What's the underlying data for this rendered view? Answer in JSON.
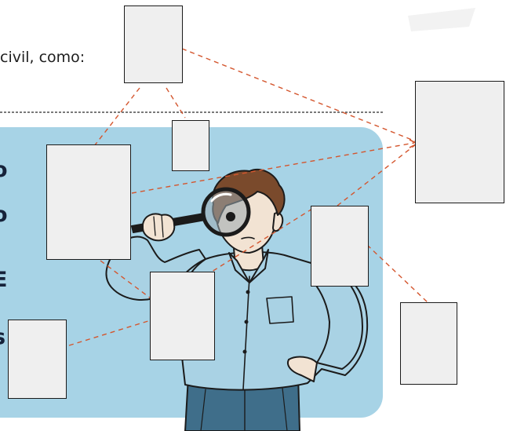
{
  "intro_text": "civil, como:",
  "cut_letters": [
    "o",
    "o",
    "E",
    "s"
  ],
  "colors": {
    "panel": "#a7d3e6",
    "divider": "#2a2a2a",
    "connector": "#d4562e",
    "box_fill": "#efefef",
    "box_border": "#1b1b1b",
    "shirt": "#a9d2e4",
    "hair": "#7a4a2c",
    "skin": "#f2e3d3",
    "jeans": "#3f6e8a"
  },
  "illustration": {
    "subject": "man-looking-through-magnifying-glass",
    "icon": "magnifying-glass-icon"
  }
}
